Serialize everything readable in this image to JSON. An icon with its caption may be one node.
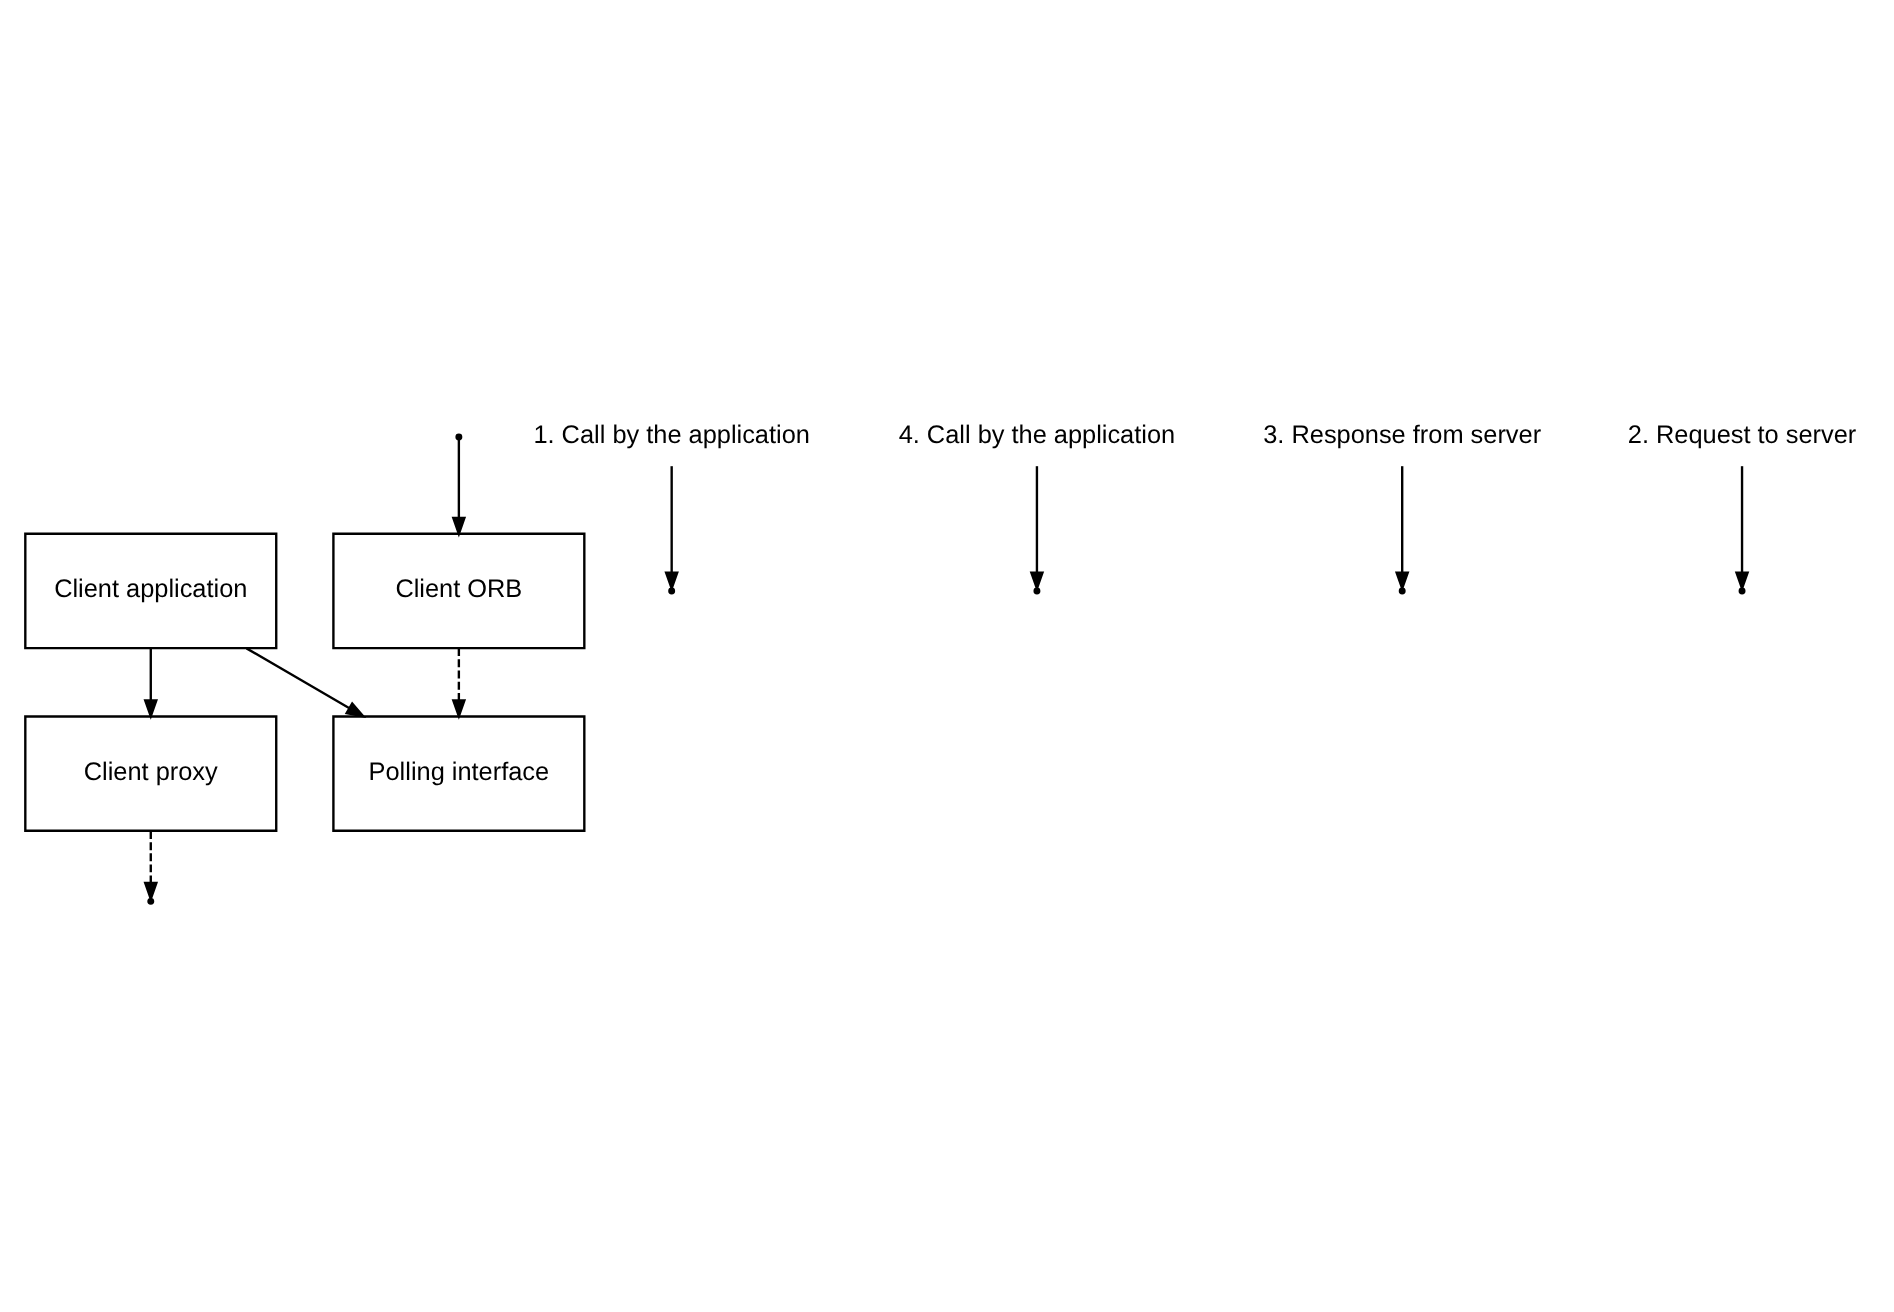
{
  "diagram": {
    "nodes": [
      {
        "text": [
          "Client application"
        ]
      },
      {
        "text": [
          "Client proxy"
        ]
      },
      {
        "text": [
          "Polling interface"
        ]
      },
      {
        "text": [
          "Client ORB"
        ]
      },
      {
        "text": [
          "1. Call by the application"
        ]
      },
      {
        "text": [
          "4. Call by the application"
        ]
      },
      {
        "text": [
          "3. Response from server"
        ]
      },
      {
        "text": [
          "2. Request to server"
        ]
      }
    ],
    "edges": [
      {
        "from": 0,
        "to": 1,
        "arrow": "to"
      },
      {
        "from": 0,
        "to": 2,
        "arrow": "to"
      },
      {
        "from": 1,
        "to": null,
        "arrow": "to",
        "style": "dashed"
      },
      {
        "from": null,
        "to": 3,
        "arrow": "to"
      },
      {
        "from": 3,
        "to": 2,
        "arrow": "to",
        "style": "dashed"
      },
      {
        "from": 4,
        "to": null,
        "arrow": "to"
      },
      {
        "from": 5,
        "to": null,
        "arrow": "to"
      },
      {
        "from": 6,
        "to": null,
        "arrow": "to"
      },
      {
        "from": 7,
        "to": null,
        "arrow": "to"
      }
    ]
  }
}
